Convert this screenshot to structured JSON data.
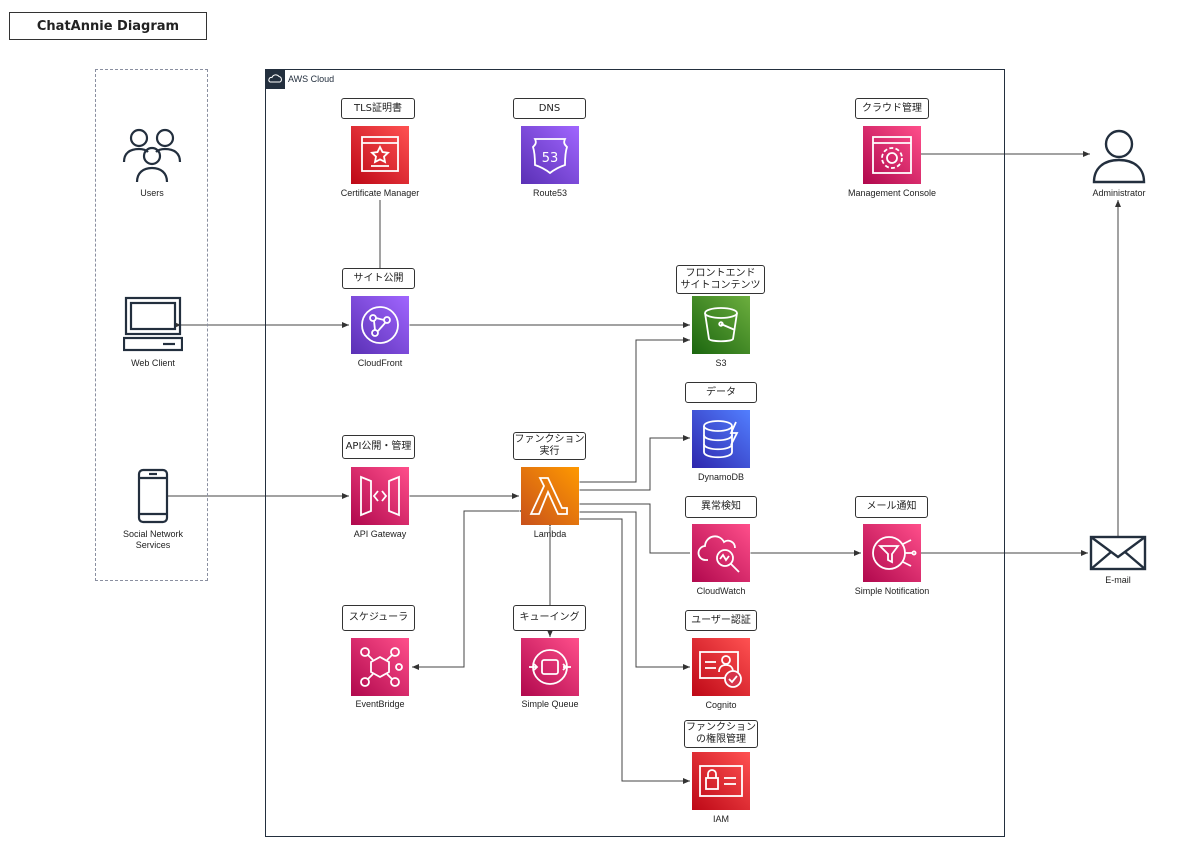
{
  "title": "ChatAnnie Diagram",
  "cloud_label": "AWS Cloud",
  "colors": {
    "security": "#dd344c",
    "networking": "#8c4fff",
    "storage": "#3f8624",
    "database": "#4d27aa",
    "compute": "#ed7100",
    "appint": "#e7157b",
    "cloud_border": "#232f3e"
  },
  "external": {
    "users": "Users",
    "web_client": "Web Client",
    "sns": "Social Network\nServices",
    "administrator": "Administrator",
    "email": "E-mail"
  },
  "services": {
    "certificate_manager": {
      "tag": "TLS証明書",
      "label": "Certificate Manager",
      "icon": "certificate-icon"
    },
    "route53": {
      "tag": "DNS",
      "label": "Route53",
      "icon": "route53-icon"
    },
    "management_console": {
      "tag": "クラウド管理",
      "label": "Management Console",
      "icon": "gear-window-icon"
    },
    "cloudfront": {
      "tag": "サイト公開",
      "label": "CloudFront",
      "icon": "cloudfront-icon"
    },
    "s3": {
      "tag": "フロントエンド\nサイトコンテンツ",
      "label": "S3",
      "icon": "bucket-icon"
    },
    "dynamodb": {
      "tag": "データ",
      "label": "DynamoDB",
      "icon": "database-icon"
    },
    "api_gateway": {
      "tag": "API公開・管理",
      "label": "API Gateway",
      "icon": "api-icon"
    },
    "lambda": {
      "tag": "ファンクション\n実行",
      "label": "Lambda",
      "icon": "lambda-icon"
    },
    "cloudwatch": {
      "tag": "異常検知",
      "label": "CloudWatch",
      "icon": "cloudwatch-icon"
    },
    "sns_topic": {
      "tag": "メール通知",
      "label": "Simple Notification",
      "icon": "notification-icon"
    },
    "eventbridge": {
      "tag": "スケジューラ",
      "label": "EventBridge",
      "icon": "eventbridge-icon"
    },
    "sqs": {
      "tag": "キューイング",
      "label": "Simple Queue",
      "icon": "queue-icon"
    },
    "cognito": {
      "tag": "ユーザー認証",
      "label": "Cognito",
      "icon": "cognito-icon"
    },
    "iam": {
      "tag": "ファンクション\nの権限管理",
      "label": "IAM",
      "icon": "iam-icon"
    }
  }
}
